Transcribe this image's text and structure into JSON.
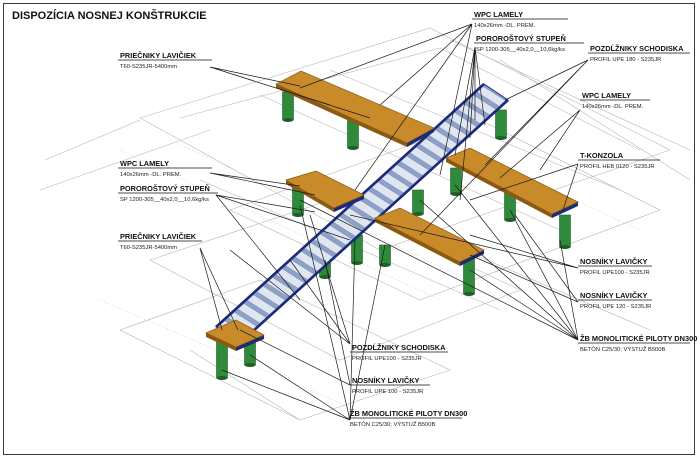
{
  "title": "DISPOZÍCIA NOSNEJ KONŠTRUKCIE",
  "labels": {
    "wpc_top": {
      "head": "WPC LAMELY",
      "sub": "140x26mm -DL. PREM."
    },
    "stupen_top": {
      "head": "POROROŠTOVÝ STUPEŇ",
      "sub": "SP 1200-305__40x2,0__10,6kg/ks"
    },
    "priecniky_top": {
      "head": "PRIEČNIKY LAVIČIEK",
      "sub": "T60-S235JR-5400mm"
    },
    "pozd_right": {
      "head": "POZDĹŽNIKY SCHODISKA",
      "sub": "PROFIL UPE 180 - S235JR"
    },
    "wpc_right": {
      "head": "WPC LAMELY",
      "sub": "140x26mm -DL. PREM."
    },
    "tkonzola": {
      "head": "T-KONZOLA",
      "sub": "PROFIL HEB 0120 - S235JR"
    },
    "wpc_left": {
      "head": "WPC LAMELY",
      "sub": "140x26mm -DL. PREM."
    },
    "stupen_left": {
      "head": "POROROŠTOVÝ STUPEŇ",
      "sub": "SP 1200-305__40x2,0__10,6kg/ks"
    },
    "priecniky_left": {
      "head": "PRIEČNIKY LAVIČIEK",
      "sub": "T60-S235JR-5400mm"
    },
    "nosniky_r1": {
      "head": "NOSNÍKY LAVIČKY",
      "sub": "PROFIL UPE100 - S235JR"
    },
    "nosniky_r2": {
      "head": "NOSNÍKY LAVIČKY",
      "sub": "PROFIL UPE 120 - S235JR"
    },
    "piloty_right": {
      "head": "ŽB MONOLITICKÉ PILOTY DN300",
      "sub": "BETÓN C25/30; VÝSTUŽ B500B"
    },
    "pozd_bottom": {
      "head": "POZDĹŽNIKY SCHODISKA",
      "sub": "PROFIL UPE100 - S235JR"
    },
    "nosniky_bottom": {
      "head": "NOSNÍKY LAVIČKY",
      "sub": "PROFIL UPE 100 - S235JR"
    },
    "piloty_bottom": {
      "head": "ŽB MONOLITICKÉ  PILOTY DN300",
      "sub": "BETÓN C25/30; VÝSTUŽ B500B"
    }
  },
  "colors": {
    "deck": "#c98a2a",
    "deck_edge": "#8a5a12",
    "steel": "#1b2a7a",
    "grating": "#dfe6f2",
    "pile": "#2f8a3c",
    "pile_dark": "#1f5f28"
  }
}
